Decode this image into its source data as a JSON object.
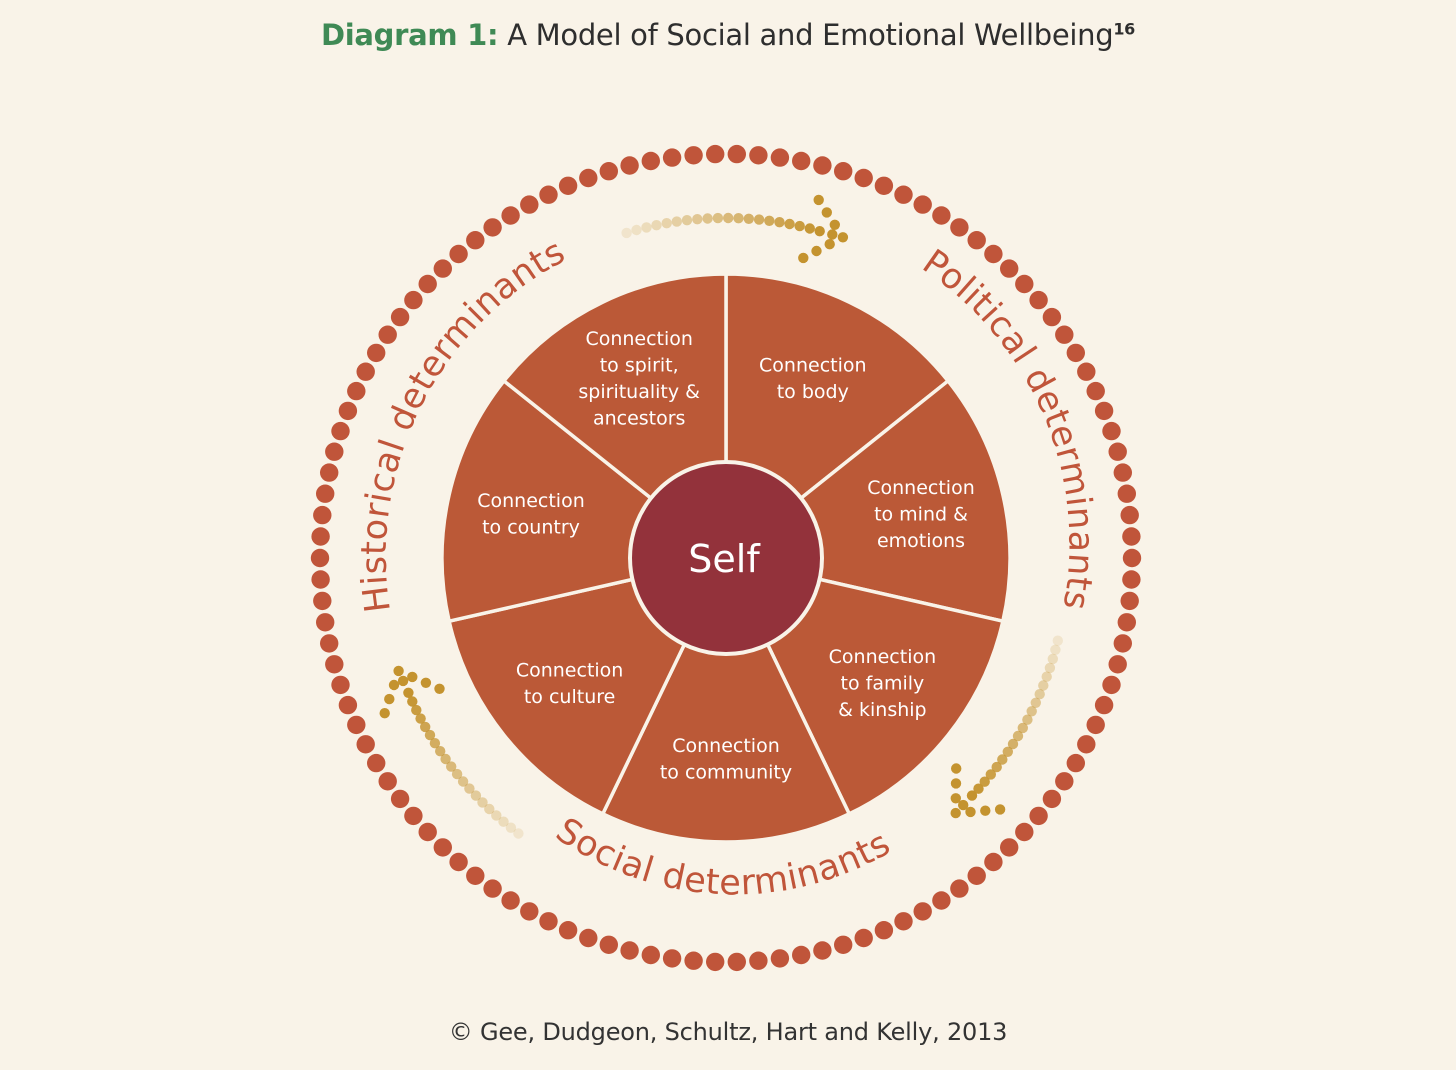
{
  "title": {
    "label": "Diagram 1:",
    "text": "A Model of Social and Emotional Wellbeing",
    "superscript": "16"
  },
  "center": {
    "label": "Self",
    "color": "#93323b"
  },
  "segments": [
    {
      "lines": [
        "Connection",
        "to body"
      ]
    },
    {
      "lines": [
        "Connection",
        "to mind &",
        "emotions"
      ]
    },
    {
      "lines": [
        "Connection",
        "to family",
        "& kinship"
      ]
    },
    {
      "lines": [
        "Connection",
        "to community"
      ]
    },
    {
      "lines": [
        "Connection",
        "to culture"
      ]
    },
    {
      "lines": [
        "Connection",
        "to country"
      ]
    },
    {
      "lines": [
        "Connection",
        "to spirit,",
        "spirituality &",
        "ancestors"
      ]
    }
  ],
  "determinants": {
    "historical": "Historical determinants",
    "political": "Political determinants",
    "social": "Social determinants"
  },
  "colors": {
    "segment_fill": "#bb5937",
    "segment_divider": "#f9f3e8",
    "bead": "#c0553a",
    "determinant_text": "#c0553a",
    "arrow": "#c4932f",
    "title_accent": "#3f8a55",
    "background": "#f9f3e8"
  },
  "credit": "© Gee, Dudgeon, Schultz, Hart and Kelly, 2013"
}
